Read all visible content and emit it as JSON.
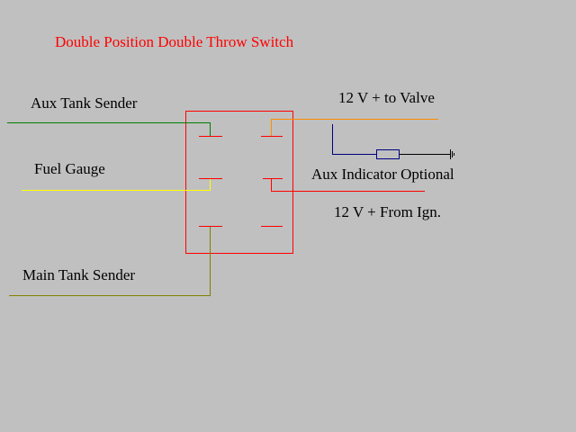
{
  "title": "Double Position Double Throw Switch",
  "labels": {
    "aux_tank_sender": "Aux Tank Sender",
    "fuel_gauge": "Fuel Gauge",
    "main_tank_sender": "Main Tank Sender",
    "valve": "12 V + to Valve",
    "aux_indicator": "Aux Indicator Optional",
    "ignition": "12 V + From Ign."
  },
  "colors": {
    "background": "#c0c0c0",
    "switch_outline": "#ff0000",
    "aux_tank_wire": "#008000",
    "fuel_gauge_wire": "#ffff00",
    "main_tank_wire": "#808000",
    "valve_wire": "#ff8c00",
    "ignition_wire": "#ff0000",
    "indicator_wire": "#000080",
    "ground": "#000000"
  }
}
